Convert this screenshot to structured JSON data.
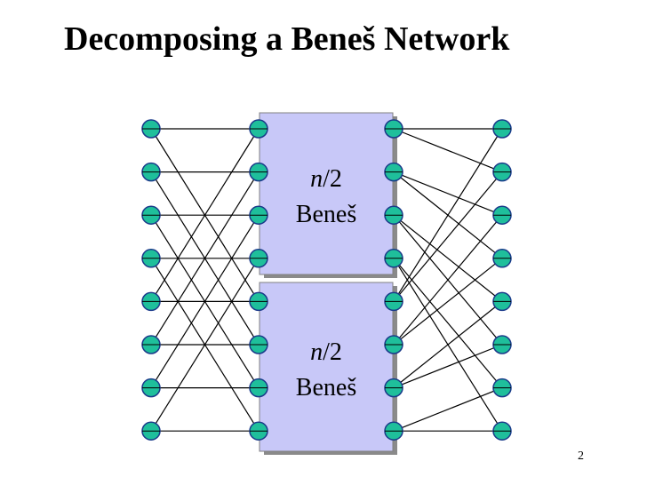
{
  "slide": {
    "title": "Decomposing a Beneš Network",
    "page_number": "2"
  },
  "subnetworks": [
    {
      "size_var": "n",
      "size_rest": "/2",
      "name": "Beneš"
    },
    {
      "size_var": "n",
      "size_rest": "/2",
      "name": "Beneš"
    }
  ],
  "colors": {
    "node_fill": "#1fbf9b",
    "node_stroke": "#1a3a8a",
    "box_fill": "#c8c8f8",
    "box_stroke": "#808080",
    "box_shadow": "#8a8a8a",
    "wire": "#000000"
  },
  "network": {
    "node_rows": 8,
    "left_outer_links": [
      [
        0,
        0
      ],
      [
        0,
        4
      ],
      [
        1,
        1
      ],
      [
        1,
        5
      ],
      [
        2,
        2
      ],
      [
        2,
        6
      ],
      [
        3,
        3
      ],
      [
        3,
        7
      ],
      [
        4,
        0
      ],
      [
        4,
        4
      ],
      [
        5,
        1
      ],
      [
        5,
        5
      ],
      [
        6,
        2
      ],
      [
        6,
        6
      ],
      [
        7,
        3
      ],
      [
        7,
        7
      ]
    ],
    "right_outer_links": [
      [
        0,
        0
      ],
      [
        0,
        1
      ],
      [
        1,
        2
      ],
      [
        1,
        3
      ],
      [
        2,
        4
      ],
      [
        2,
        5
      ],
      [
        3,
        6
      ],
      [
        3,
        7
      ],
      [
        4,
        0
      ],
      [
        4,
        1
      ],
      [
        5,
        2
      ],
      [
        5,
        3
      ],
      [
        6,
        4
      ],
      [
        6,
        5
      ],
      [
        7,
        6
      ],
      [
        7,
        7
      ]
    ]
  }
}
